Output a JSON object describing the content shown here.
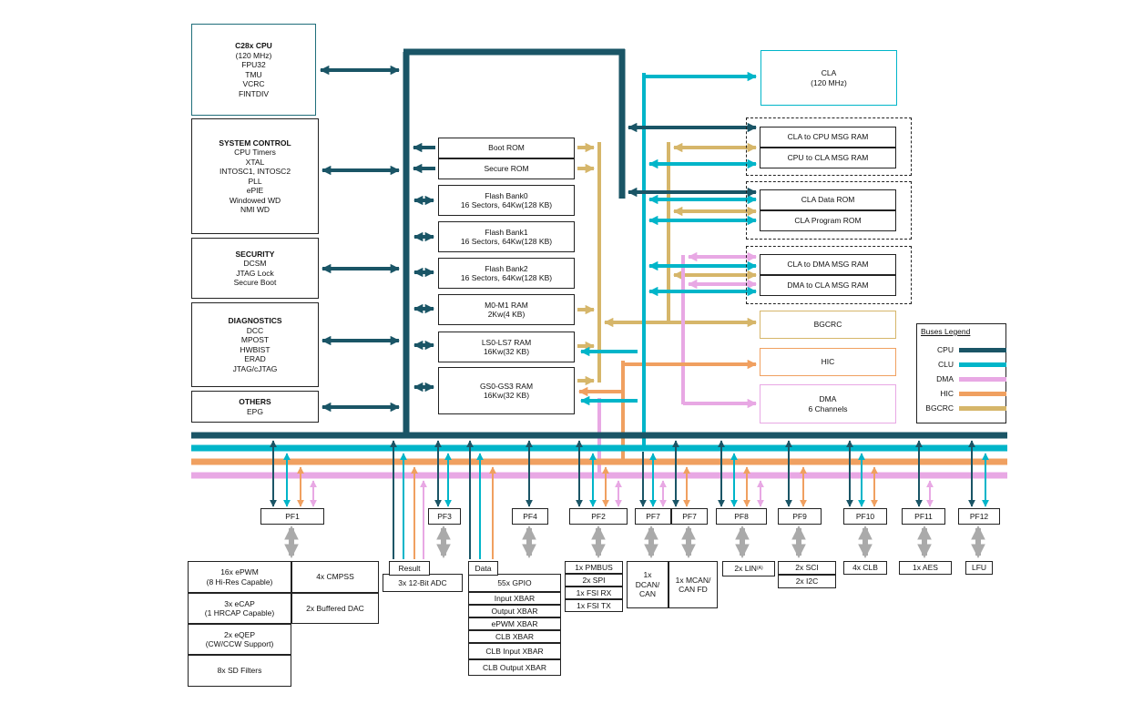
{
  "cpu": {
    "title": "C28x CPU",
    "lines": [
      "(120 MHz)",
      "FPU32",
      "TMU",
      "VCRC",
      "FINTDIV"
    ]
  },
  "sysctl": {
    "title": "SYSTEM CONTROL",
    "lines": [
      "CPU Timers",
      "XTAL",
      "INTOSC1, INTOSC2",
      "PLL",
      "ePIE",
      "Windowed WD",
      "NMI WD"
    ]
  },
  "security": {
    "title": "SECURITY",
    "lines": [
      "DCSM",
      "JTAG Lock",
      "Secure Boot"
    ]
  },
  "diagnostics": {
    "title": "DIAGNOSTICS",
    "lines": [
      "DCC",
      "MPOST",
      "HWBIST",
      "ERAD",
      "JTAG/cJTAG"
    ]
  },
  "others": {
    "title": "OTHERS",
    "lines": [
      "EPG"
    ]
  },
  "memory": [
    {
      "l1": "Boot ROM",
      "l2": ""
    },
    {
      "l1": "Secure ROM",
      "l2": ""
    },
    {
      "l1": "Flash Bank0",
      "l2": "16 Sectors, 64Kw(128 KB)"
    },
    {
      "l1": "Flash Bank1",
      "l2": "16 Sectors, 64Kw(128 KB)"
    },
    {
      "l1": "Flash Bank2",
      "l2": "16 Sectors, 64Kw(128 KB)"
    },
    {
      "l1": "M0-M1 RAM",
      "l2": "2Kw(4 KB)"
    },
    {
      "l1": "LS0-LS7 RAM",
      "l2": "16Kw(32 KB)"
    },
    {
      "l1": "GS0-GS3 RAM",
      "l2": "16Kw(32 KB)"
    }
  ],
  "cla": {
    "title": "CLA",
    "sub": "(120 MHz)"
  },
  "cla_mem": [
    "CLA to CPU MSG RAM",
    "CPU to CLA MSG RAM",
    "CLA Data ROM",
    "CLA Program ROM",
    "CLA to DMA MSG RAM",
    "DMA to CLA MSG RAM"
  ],
  "bgcrc": "BGCRC",
  "hic": "HIC",
  "dma": {
    "title": "DMA",
    "sub": "6 Channels"
  },
  "legend": {
    "title": "Buses Legend",
    "items": [
      {
        "label": "CPU",
        "color": "#1a5566"
      },
      {
        "label": "CLU",
        "color": "#00b5c9"
      },
      {
        "label": "DMA",
        "color": "#e8a8e4"
      },
      {
        "label": "HIC",
        "color": "#f0a060"
      },
      {
        "label": "BGCRC",
        "color": "#d6b66a"
      }
    ]
  },
  "pf": [
    "PF1",
    "PF3",
    "PF4",
    "PF2",
    "PF7",
    "PF7",
    "PF8",
    "PF9",
    "PF10",
    "PF11",
    "PF12"
  ],
  "pf1_periph": [
    "16x ePWM",
    "(8 Hi-Res Capable)",
    "4x CMPSS",
    "3x eCAP",
    "(1 HRCAP Capable)",
    "2x Buffered DAC",
    "2x eQEP",
    "(CW/CCW Support)",
    "8x SD Filters"
  ],
  "adc": {
    "result": "Result",
    "name": "3x 12-Bit ADC"
  },
  "gpio": {
    "data": "Data",
    "items": [
      "55x GPIO",
      "Input XBAR",
      "Output XBAR",
      "ePWM XBAR",
      "CLB XBAR",
      "CLB Input XBAR",
      "CLB Output XBAR"
    ]
  },
  "pf2_periph": [
    "1x PMBUS",
    "2x SPI",
    "1x FSI RX",
    "1x FSI TX"
  ],
  "can": {
    "l1": "1x",
    "l2": "DCAN/",
    "l3": "CAN"
  },
  "mcan": {
    "l1": "1x MCAN/",
    "l2": "CAN FD"
  },
  "lin": "2x LIN",
  "lin_sup": "(A)",
  "pf9_periph": [
    "2x SCI",
    "2x I2C"
  ],
  "clb": "4x CLB",
  "aes": "1x AES",
  "lfu": "LFU",
  "colors": {
    "cpu": "#1a5566",
    "clu": "#00b5c9",
    "dma": "#e8a8e4",
    "hic": "#f0a060",
    "bgcrc": "#d6b66a",
    "arrow": "#aaaaaa"
  }
}
